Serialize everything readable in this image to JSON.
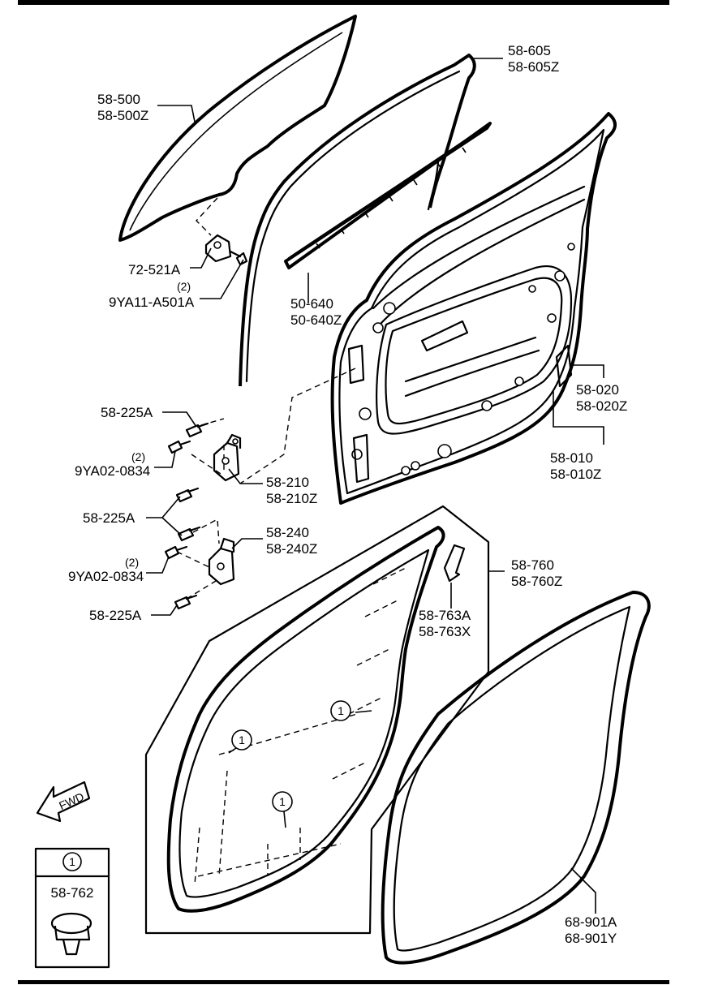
{
  "labels": {
    "glass": [
      "58-500",
      "58-500Z"
    ],
    "channel": [
      "58-605",
      "58-605Z"
    ],
    "holder": "72-521A",
    "holder_bolt_qty": "(2)",
    "holder_bolt": "9YA11-A501A",
    "weatherstrip_outer": [
      "50-640",
      "50-640Z"
    ],
    "panel_inner": [
      "58-020",
      "58-020Z"
    ],
    "panel_door": [
      "58-010",
      "58-010Z"
    ],
    "bolt_upper": "58-225A",
    "hinge_bolt_upper_qty": "(2)",
    "hinge_bolt_upper": "9YA02-0834",
    "hinge_upper": [
      "58-210",
      "58-210Z"
    ],
    "bolt_middle": "58-225A",
    "hinge_lower": [
      "58-240",
      "58-240Z"
    ],
    "hinge_bolt_lower_qty": "(2)",
    "hinge_bolt_lower": "9YA02-0834",
    "bolt_lower": "58-225A",
    "seal": [
      "58-760",
      "58-760Z"
    ],
    "seal_piece": [
      "58-763A",
      "58-763X"
    ],
    "clip_marker": "1",
    "fwd": "FWD",
    "clip_box_marker": "1",
    "clip_part": "58-762",
    "body_seal": [
      "68-901A",
      "68-901Y"
    ]
  }
}
